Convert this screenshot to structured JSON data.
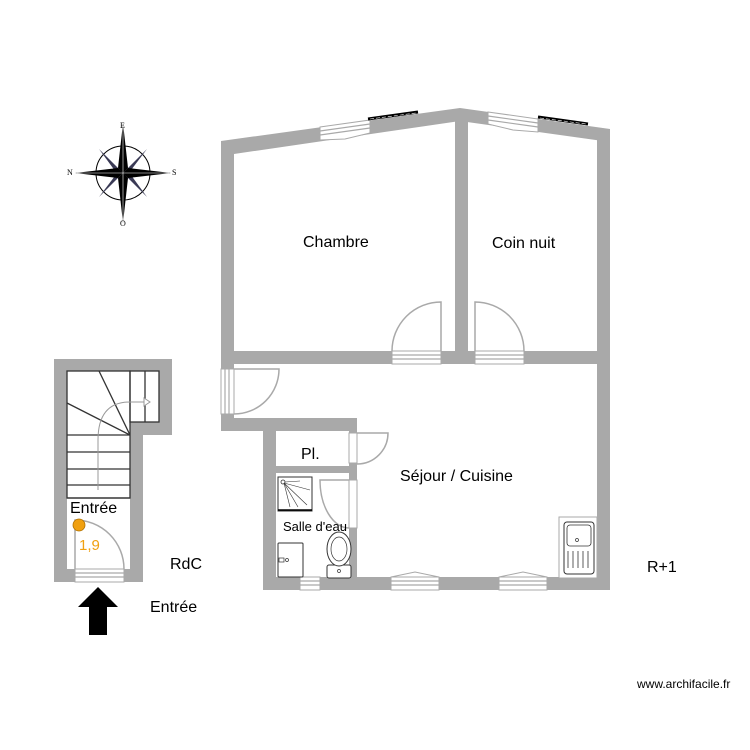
{
  "floors": {
    "ground": {
      "label": "RdC",
      "entrance_label": "Entrée",
      "room": {
        "name": "Entrée",
        "area": "1,9",
        "marker_color": "#f0a010"
      }
    },
    "first": {
      "label": "R+1",
      "rooms": [
        {
          "name": "Chambre"
        },
        {
          "name": "Coin nuit"
        },
        {
          "name": "Séjour / Cuisine"
        },
        {
          "name": "Pl."
        },
        {
          "name": "Salle d'eau"
        }
      ]
    }
  },
  "compass": {
    "top": "E",
    "bottom": "O",
    "left": "N",
    "right": "S"
  },
  "colors": {
    "wall": "#a9a9a9",
    "area_marker": "#f0a010",
    "text": "#000000"
  },
  "watermark": "www.archifacile.fr"
}
